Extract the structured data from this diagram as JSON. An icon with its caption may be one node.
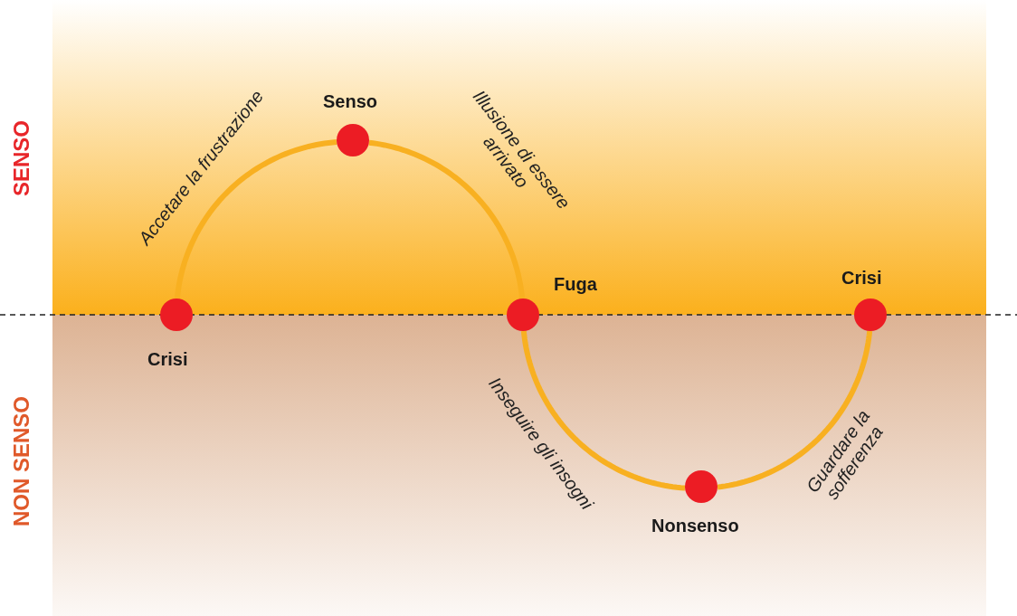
{
  "diagram": {
    "nodes": [
      {
        "text": [
          "Crisi"
        ]
      },
      {
        "text": [
          "Senso"
        ]
      },
      {
        "text": [
          "Fuga"
        ]
      },
      {
        "text": [
          "Nonsenso"
        ]
      },
      {
        "text": [
          "Crisi"
        ]
      }
    ],
    "edges": [
      {
        "from": 0,
        "to": 1,
        "arrow": "none",
        "label": "Accetare la frustrazione"
      },
      {
        "from": 1,
        "to": 2,
        "arrow": "none",
        "label": "Illusione di essere arrivato"
      },
      {
        "from": 2,
        "to": 3,
        "arrow": "none",
        "label": "Inseguire gli insogni"
      },
      {
        "from": 3,
        "to": 4,
        "arrow": "none",
        "label": "Guardare la sofferenza"
      }
    ],
    "labels": [
      "SENSO",
      "NON SENSO"
    ]
  }
}
